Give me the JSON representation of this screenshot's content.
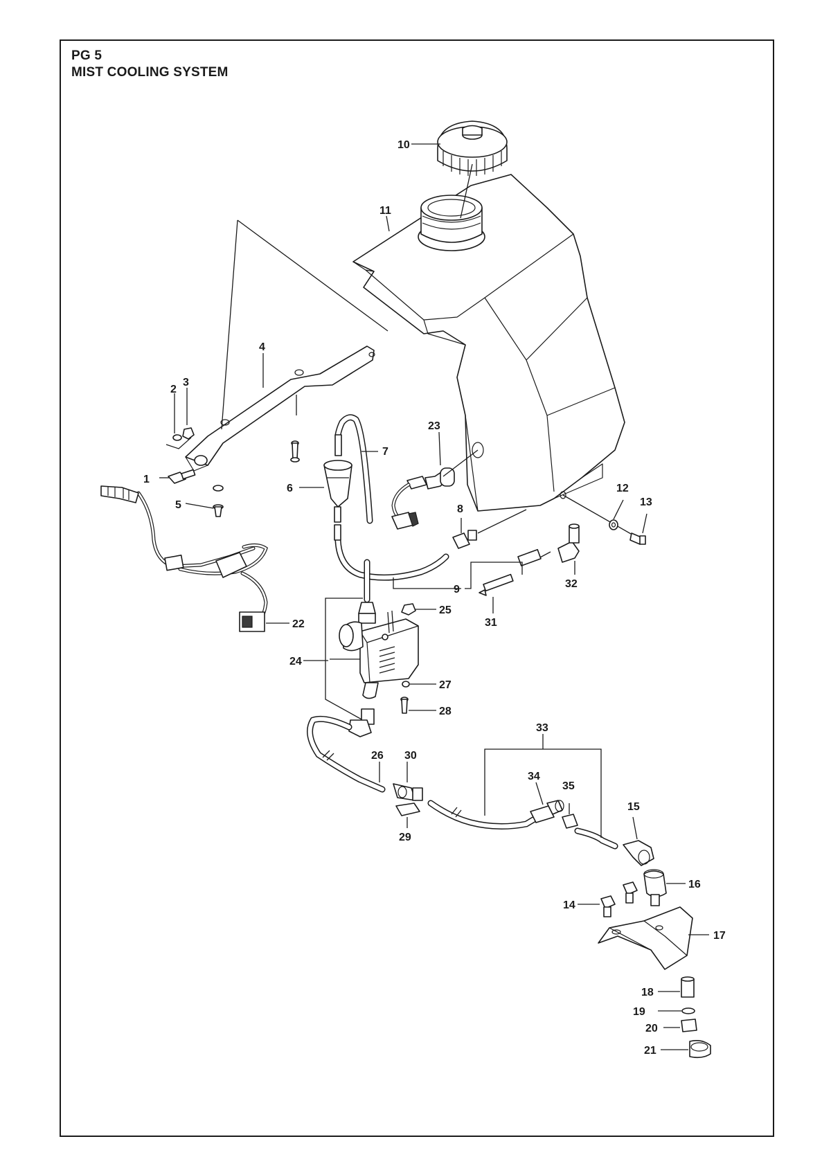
{
  "header": {
    "page_code": "PG 5",
    "title": "MIST COOLING SYSTEM"
  },
  "callouts": {
    "c1": "1",
    "c2": "2",
    "c3": "3",
    "c4": "4",
    "c5": "5",
    "c6": "6",
    "c7": "7",
    "c8": "8",
    "c9": "9",
    "c10": "10",
    "c11": "11",
    "c12": "12",
    "c13": "13",
    "c14": "14",
    "c15": "15",
    "c16": "16",
    "c17": "17",
    "c18": "18",
    "c19": "19",
    "c20": "20",
    "c21": "21",
    "c22": "22",
    "c23": "23",
    "c24": "24",
    "c25": "25",
    "c26": "26",
    "c27": "27",
    "c28": "28",
    "c29": "29",
    "c30": "30",
    "c31": "31",
    "c32": "32",
    "c33": "33",
    "c34": "34",
    "c35": "35"
  }
}
